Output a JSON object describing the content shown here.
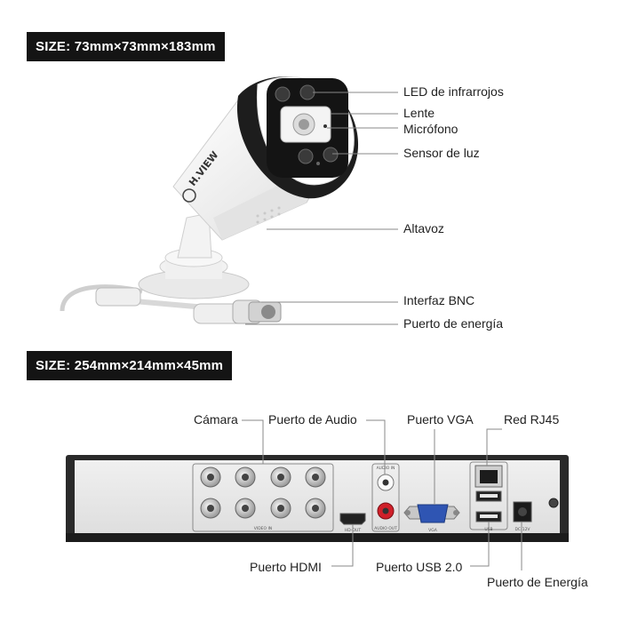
{
  "camera": {
    "size_label": "SIZE: 73mm×73mm×183mm",
    "brand": "H.VIEW",
    "callouts": {
      "ir_led": "LED de infrarrojos",
      "lens": "Lente",
      "mic": "Micrófono",
      "light_sensor": "Sensor de luz",
      "speaker": "Altavoz",
      "bnc": "Interfaz BNC",
      "power": "Puerto de energía"
    }
  },
  "dvr": {
    "size_label": "SIZE: 254mm×214mm×45mm",
    "callouts": {
      "camera": "Cámara",
      "audio": "Puerto de Audio",
      "vga": "Puerto VGA",
      "rj45": "Red RJ45",
      "hdmi": "Puerto HDMI",
      "usb": "Puerto USB 2.0",
      "power": "Puerto de Energía"
    },
    "panel_text": {
      "video_in": "VIDEO IN",
      "audio_in": "AUDIO IN",
      "audio_out": "AUDIO OUT",
      "hd_out": "HD-OUT",
      "vga": "VGA",
      "usb": "USB",
      "dc": "DC-12V"
    }
  },
  "colors": {
    "badge_bg": "#141414",
    "panel_bg": "#e8e8e8",
    "case": "#2a2a2a",
    "audio_red": "#d0202a"
  }
}
